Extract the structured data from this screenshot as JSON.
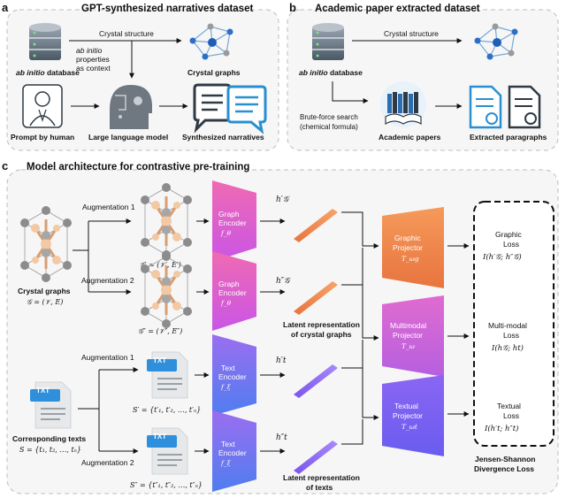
{
  "panel_a": {
    "letter": "a",
    "title": "GPT-synthesized narratives dataset",
    "database": "ab initio database",
    "database_em": "ab initio",
    "database_rest": " database",
    "crystal_structure": "Crystal structure",
    "properties_line1": "ab initio",
    "properties_line2": "properties",
    "properties_line3": "as context",
    "crystal_graphs": "Crystal graphs",
    "prompt_by_human": "Prompt by human",
    "llm": "Large language model",
    "synthesized": "Synthesized narratives"
  },
  "panel_b": {
    "letter": "b",
    "title": "Academic paper extracted dataset",
    "database_em": "ab initio",
    "database_rest": " database",
    "crystal_structure": "Crystal structure",
    "bruteforce_line1": "Brute-force search",
    "bruteforce_line2": "(chemical formula)",
    "academic_papers": "Academic papers",
    "extracted": "Extracted paragraphs"
  },
  "panel_c": {
    "letter": "c",
    "title": "Model architecture for contrastive pre-training",
    "aug1": "Augmentation 1",
    "aug2": "Augmentation 2",
    "crystal_graphs": "Crystal graphs",
    "g_def": "𝒢 = (𝒱, E)",
    "g_prime": "𝒢′ = (𝒱′, E′)",
    "g_dprime": "𝒢″ = (𝒱″, E″)",
    "txt": "TXT",
    "corresponding_texts": "Corresponding texts",
    "s_def": "S = {t₁, t₂, …, tₙ}",
    "s_prime": "S′ = {t′₁, t′₂, …, t′ₙ}",
    "s_dprime": "S″ = {t″₁, t″₂, …, t″ₙ}",
    "graph_encoder_1": "Graph",
    "graph_encoder_2": "Encoder",
    "graph_encoder_sym": "f_θ",
    "text_encoder_1": "Text",
    "text_encoder_2": "Encoder",
    "text_encoder_sym": "f_ξ",
    "h_g1": "h′𝒢",
    "h_g2": "h″𝒢",
    "h_t1": "h′t",
    "h_t2": "h″t",
    "latent_graphs_1": "Latent representation",
    "latent_graphs_2": "of crystal graphs",
    "latent_texts_1": "Latent representation",
    "latent_texts_2": "of texts",
    "proj_graphic_1": "Graphic",
    "proj_graphic_2": "Projector",
    "proj_graphic_sym": "T_ωg",
    "proj_multi_1": "Multimodal",
    "proj_multi_2": "Projector",
    "proj_multi_sym": "T_ω",
    "proj_text_1": "Textual",
    "proj_text_2": "Projector",
    "proj_text_sym": "T_ωt",
    "loss_graphic_1": "Graphic",
    "loss_graphic_2": "Loss",
    "loss_graphic_f": "I(h′𝒢; h″𝒢)",
    "loss_multi_1": "Multi-modal",
    "loss_multi_2": "Loss",
    "loss_multi_f": "I(h𝒢; ht)",
    "loss_text_1": "Textual",
    "loss_text_2": "Loss",
    "loss_text_f": "I(h′t; h″t)",
    "js_1": "Jensen-Shannon",
    "js_2": "Divergence Loss"
  },
  "colors": {
    "graph_encoder": "#e25fd4",
    "text_encoder": "#6f6cf0",
    "projector": "#f08a4b",
    "latent_graph": "#f08a4b",
    "latent_text": "#8a6bf2",
    "panel_border": "#bdbdbd",
    "panel_fill": "#f4f4f4",
    "icon_blue": "#2a8fd0",
    "icon_dark": "#2f3a44"
  },
  "icons": [
    "database-icon",
    "crystal-graph-icon",
    "human-icon",
    "robot-icon",
    "speech-bubble-icon",
    "books-icon",
    "document-search-icon",
    "crystal-icon",
    "txt-document-icon"
  ]
}
